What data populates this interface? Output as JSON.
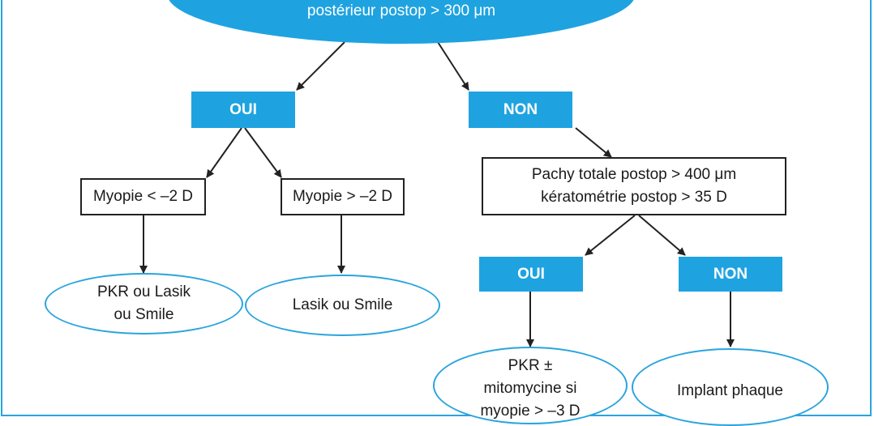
{
  "root": {
    "text": "postérieur postop > 300 μm"
  },
  "left_branch": {
    "answer": "OUI",
    "option_a": "Myopie < –2 D",
    "option_b": "Myopie > –2 D",
    "result_a_line1": "PKR ou Lasik",
    "result_a_line2": "ou Smile",
    "result_b": "Lasik ou Smile"
  },
  "right_branch": {
    "answer": "NON",
    "condition_line1": "Pachy totale postop > 400 μm",
    "condition_line2": "kératométrie postop > 35 D",
    "yes": "OUI",
    "no": "NON",
    "result_yes_line1": "PKR ±",
    "result_yes_line2": "mitomycine si",
    "result_yes_line3": "myopie > –3 D",
    "result_no": "Implant phaque"
  },
  "colors": {
    "accent": "#1ea3e0",
    "border_dark": "#222222",
    "text": "#1a1a1a"
  }
}
